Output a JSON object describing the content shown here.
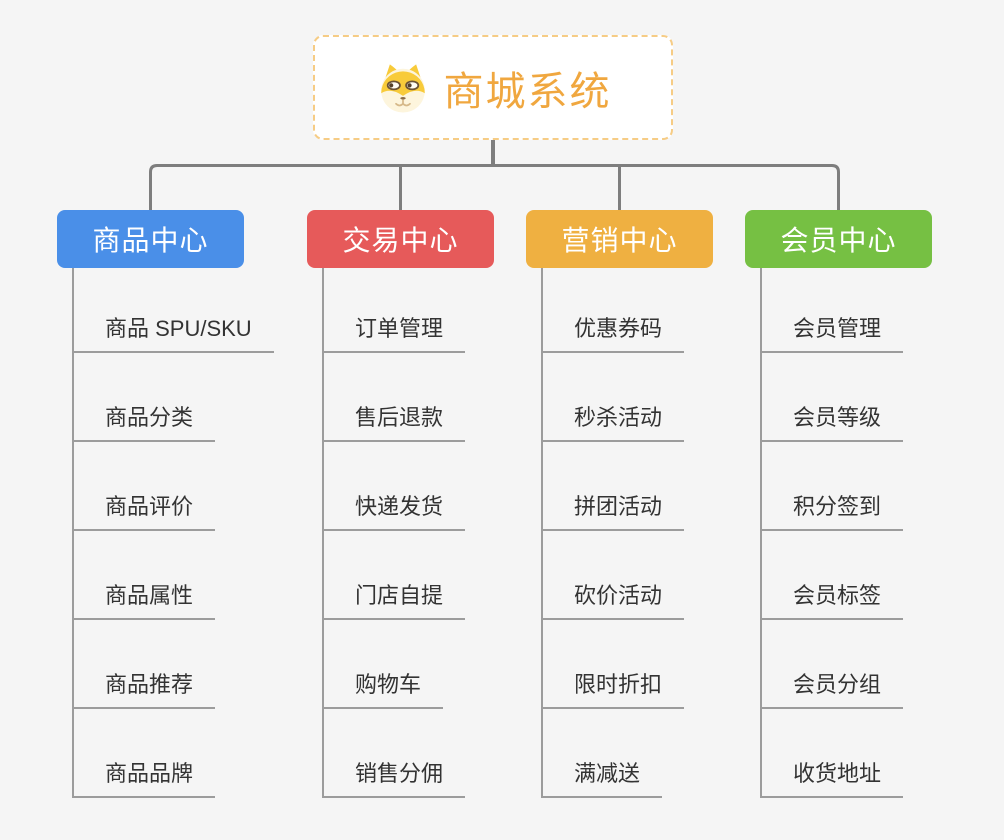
{
  "root": {
    "title": "商城系统",
    "icon": "shiba-dog-icon",
    "title_color": "#f0a73f",
    "border_color": "#f6cc85"
  },
  "branches": [
    {
      "title": "商品中心",
      "color": "#4a8fe8",
      "items": [
        "商品 SPU/SKU",
        "商品分类",
        "商品评价",
        "商品属性",
        "商品推荐",
        "商品品牌"
      ]
    },
    {
      "title": "交易中心",
      "color": "#e65a5a",
      "items": [
        "订单管理",
        "售后退款",
        "快递发货",
        "门店自提",
        "购物车",
        "销售分佣"
      ]
    },
    {
      "title": "营销中心",
      "color": "#efb041",
      "items": [
        "优惠券码",
        "秒杀活动",
        "拼团活动",
        "砍价活动",
        "限时折扣",
        "满减送"
      ]
    },
    {
      "title": "会员中心",
      "color": "#76c043",
      "items": [
        "会员管理",
        "会员等级",
        "积分签到",
        "会员标签",
        "会员分组",
        "收货地址"
      ]
    }
  ],
  "line_colors": {
    "connector": "#7e7e7e",
    "branch_line": "#9c9c9c"
  }
}
